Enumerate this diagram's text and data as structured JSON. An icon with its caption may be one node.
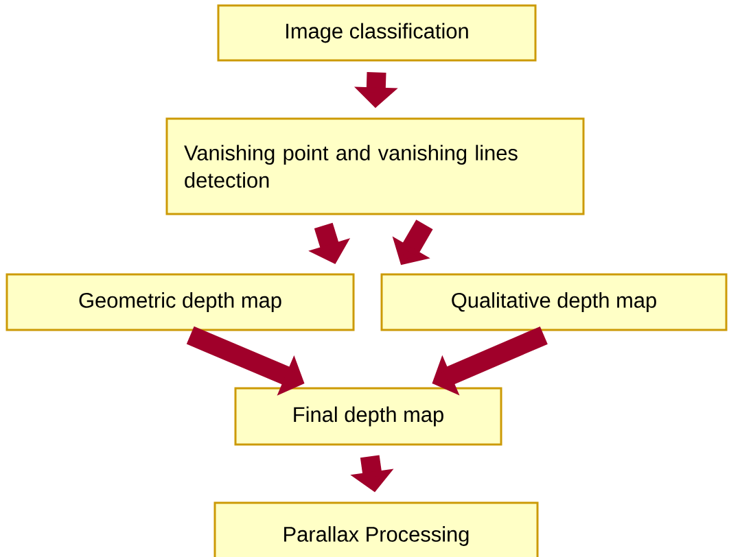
{
  "diagram": {
    "nodes": [
      {
        "text": [
          "Image classification"
        ]
      },
      {
        "text": [
          "Vanishing point and vanishing lines detection"
        ]
      },
      {
        "text": [
          "Geometric depth map"
        ]
      },
      {
        "text": [
          "Qualitative depth map"
        ]
      },
      {
        "text": [
          "Final depth map"
        ]
      },
      {
        "text": [
          "Parallax Processing"
        ]
      }
    ],
    "edges": [
      {
        "from": 0,
        "to": 1,
        "arrow": "to"
      },
      {
        "from": 1,
        "to": 2,
        "arrow": "to"
      },
      {
        "from": 1,
        "to": 3,
        "arrow": "to"
      },
      {
        "from": 2,
        "to": 4,
        "arrow": "to"
      },
      {
        "from": 3,
        "to": 4,
        "arrow": "to"
      },
      {
        "from": 4,
        "to": 5,
        "arrow": "to"
      }
    ]
  }
}
